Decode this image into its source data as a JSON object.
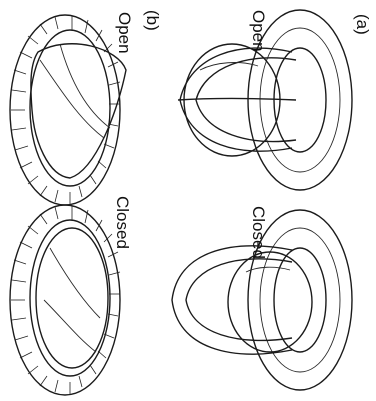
{
  "figure": {
    "panel_a": {
      "label": "(a)",
      "state_open": "Open",
      "state_closed": "Closed"
    },
    "panel_b": {
      "label": "(b)",
      "state_open": "Open",
      "state_closed": "Closed"
    }
  }
}
